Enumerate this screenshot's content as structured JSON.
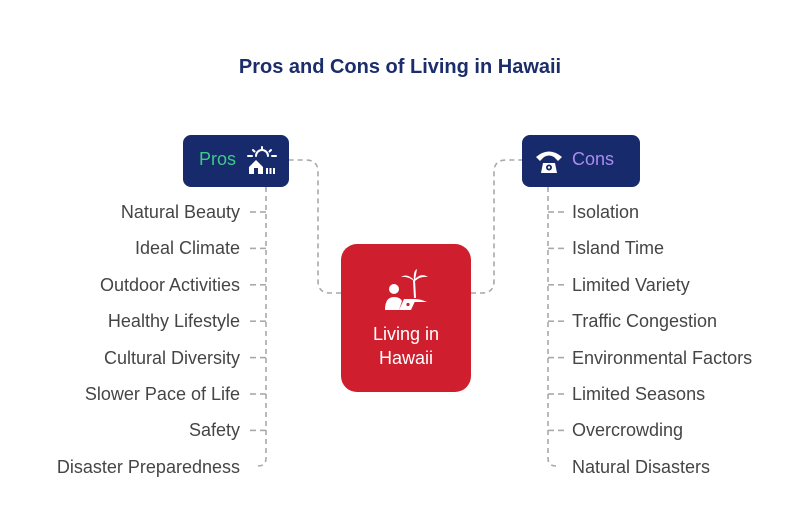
{
  "title": "Pros and Cons of Living in Hawaii",
  "center": {
    "line1": "Living in",
    "line2": "Hawaii",
    "icon": "person-laptop-palm-icon"
  },
  "pros": {
    "label": "Pros",
    "icon": "sunny-house-icon",
    "items": [
      "Natural Beauty",
      "Ideal Climate",
      "Outdoor Activities",
      "Healthy Lifestyle",
      "Cultural Diversity",
      "Slower Pace of Life",
      "Safety",
      "Disaster Preparedness"
    ]
  },
  "cons": {
    "label": "Cons",
    "icon": "telephone-icon",
    "items": [
      "Isolation",
      "Island Time",
      "Limited Variety",
      "Traffic Congestion",
      "Environmental Factors",
      "Limited Seasons",
      "Overcrowding",
      "Natural Disasters"
    ]
  },
  "colors": {
    "title": "#1c2d6b",
    "box": "#172a6b",
    "center": "#cf1f2e",
    "pros_label": "#3ec98a",
    "cons_label": "#a98cf0",
    "connector": "#a9a9a9",
    "item_text": "#454545"
  }
}
